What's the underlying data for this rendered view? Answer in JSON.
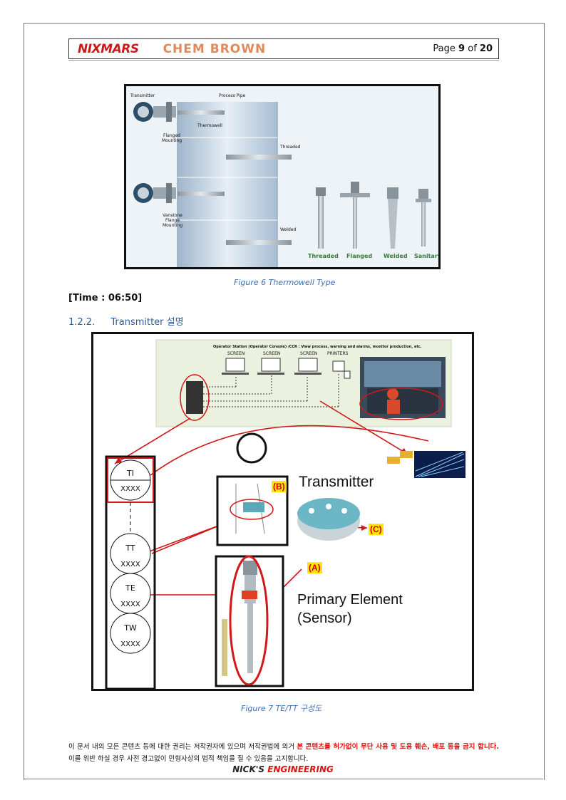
{
  "header": {
    "logo_left": "NIXMARS",
    "logo_right": "CHEM BROWN",
    "page_prefix": "Page",
    "page_current": "9",
    "page_of": "of",
    "page_total": "20"
  },
  "figure6": {
    "labels": {
      "transmitter": "Transmitter",
      "process_pipe": "Process Pipe",
      "thermowell": "Thermowell",
      "flanged_mounting": "Flanged Mounting",
      "threaded": "Threaded",
      "vanstone": "Vanstone Flange Mounting",
      "welded": "Welded"
    },
    "types": [
      "Threaded",
      "Flanged",
      "Welded",
      "Sanitary"
    ],
    "caption": "Figure 6 Thermowell Type"
  },
  "time_note": "[Time : 06:50]",
  "section": {
    "number": "1.2.2.",
    "title": "Transmitter 설명"
  },
  "figure7": {
    "console_title": "Operator Station (Operator Console) /CCR : View process, warning and alarms, monitor production, etc.",
    "screens": [
      "SCREEN",
      "SCREEN",
      "SCREEN"
    ],
    "printers": "PRINTERS",
    "transmitter_label": "Transmitter",
    "primary_element_line1": "Primary Element",
    "primary_element_line2": "(Sensor)",
    "tag_a": "(A)",
    "tag_b": "(B)",
    "tag_c": "(C)",
    "bubbles": [
      {
        "tag": "TI",
        "num": "XXXX"
      },
      {
        "tag": "TT",
        "num": "XXXX"
      },
      {
        "tag": "TE",
        "num": "XXXX"
      },
      {
        "tag": "TW",
        "num": "XXXX"
      }
    ],
    "caption": "Figure 7 TE/TT 구성도"
  },
  "disclaimer": {
    "part1": "이 문서 내의 모든 콘텐츠 등에 대한 권리는 저작권자에 있으며 저작권법에 의거 ",
    "part2": "본 콘텐츠를 허가없이 무단 사용 및 도용 훼손, 배포 등을 금지 합니다.",
    "part3": " 이를 위반 하실 경우 사전 경고없이 민형사상의 법적 책임을 질 수 있음을 고지합니다."
  },
  "footer": {
    "brand1": "NICK'S ",
    "brand2": "ENGINEERING"
  },
  "colors": {
    "accent_red": "#e01010",
    "caption_blue": "#3c6fb5",
    "tag_yellow": "#ffe600"
  }
}
